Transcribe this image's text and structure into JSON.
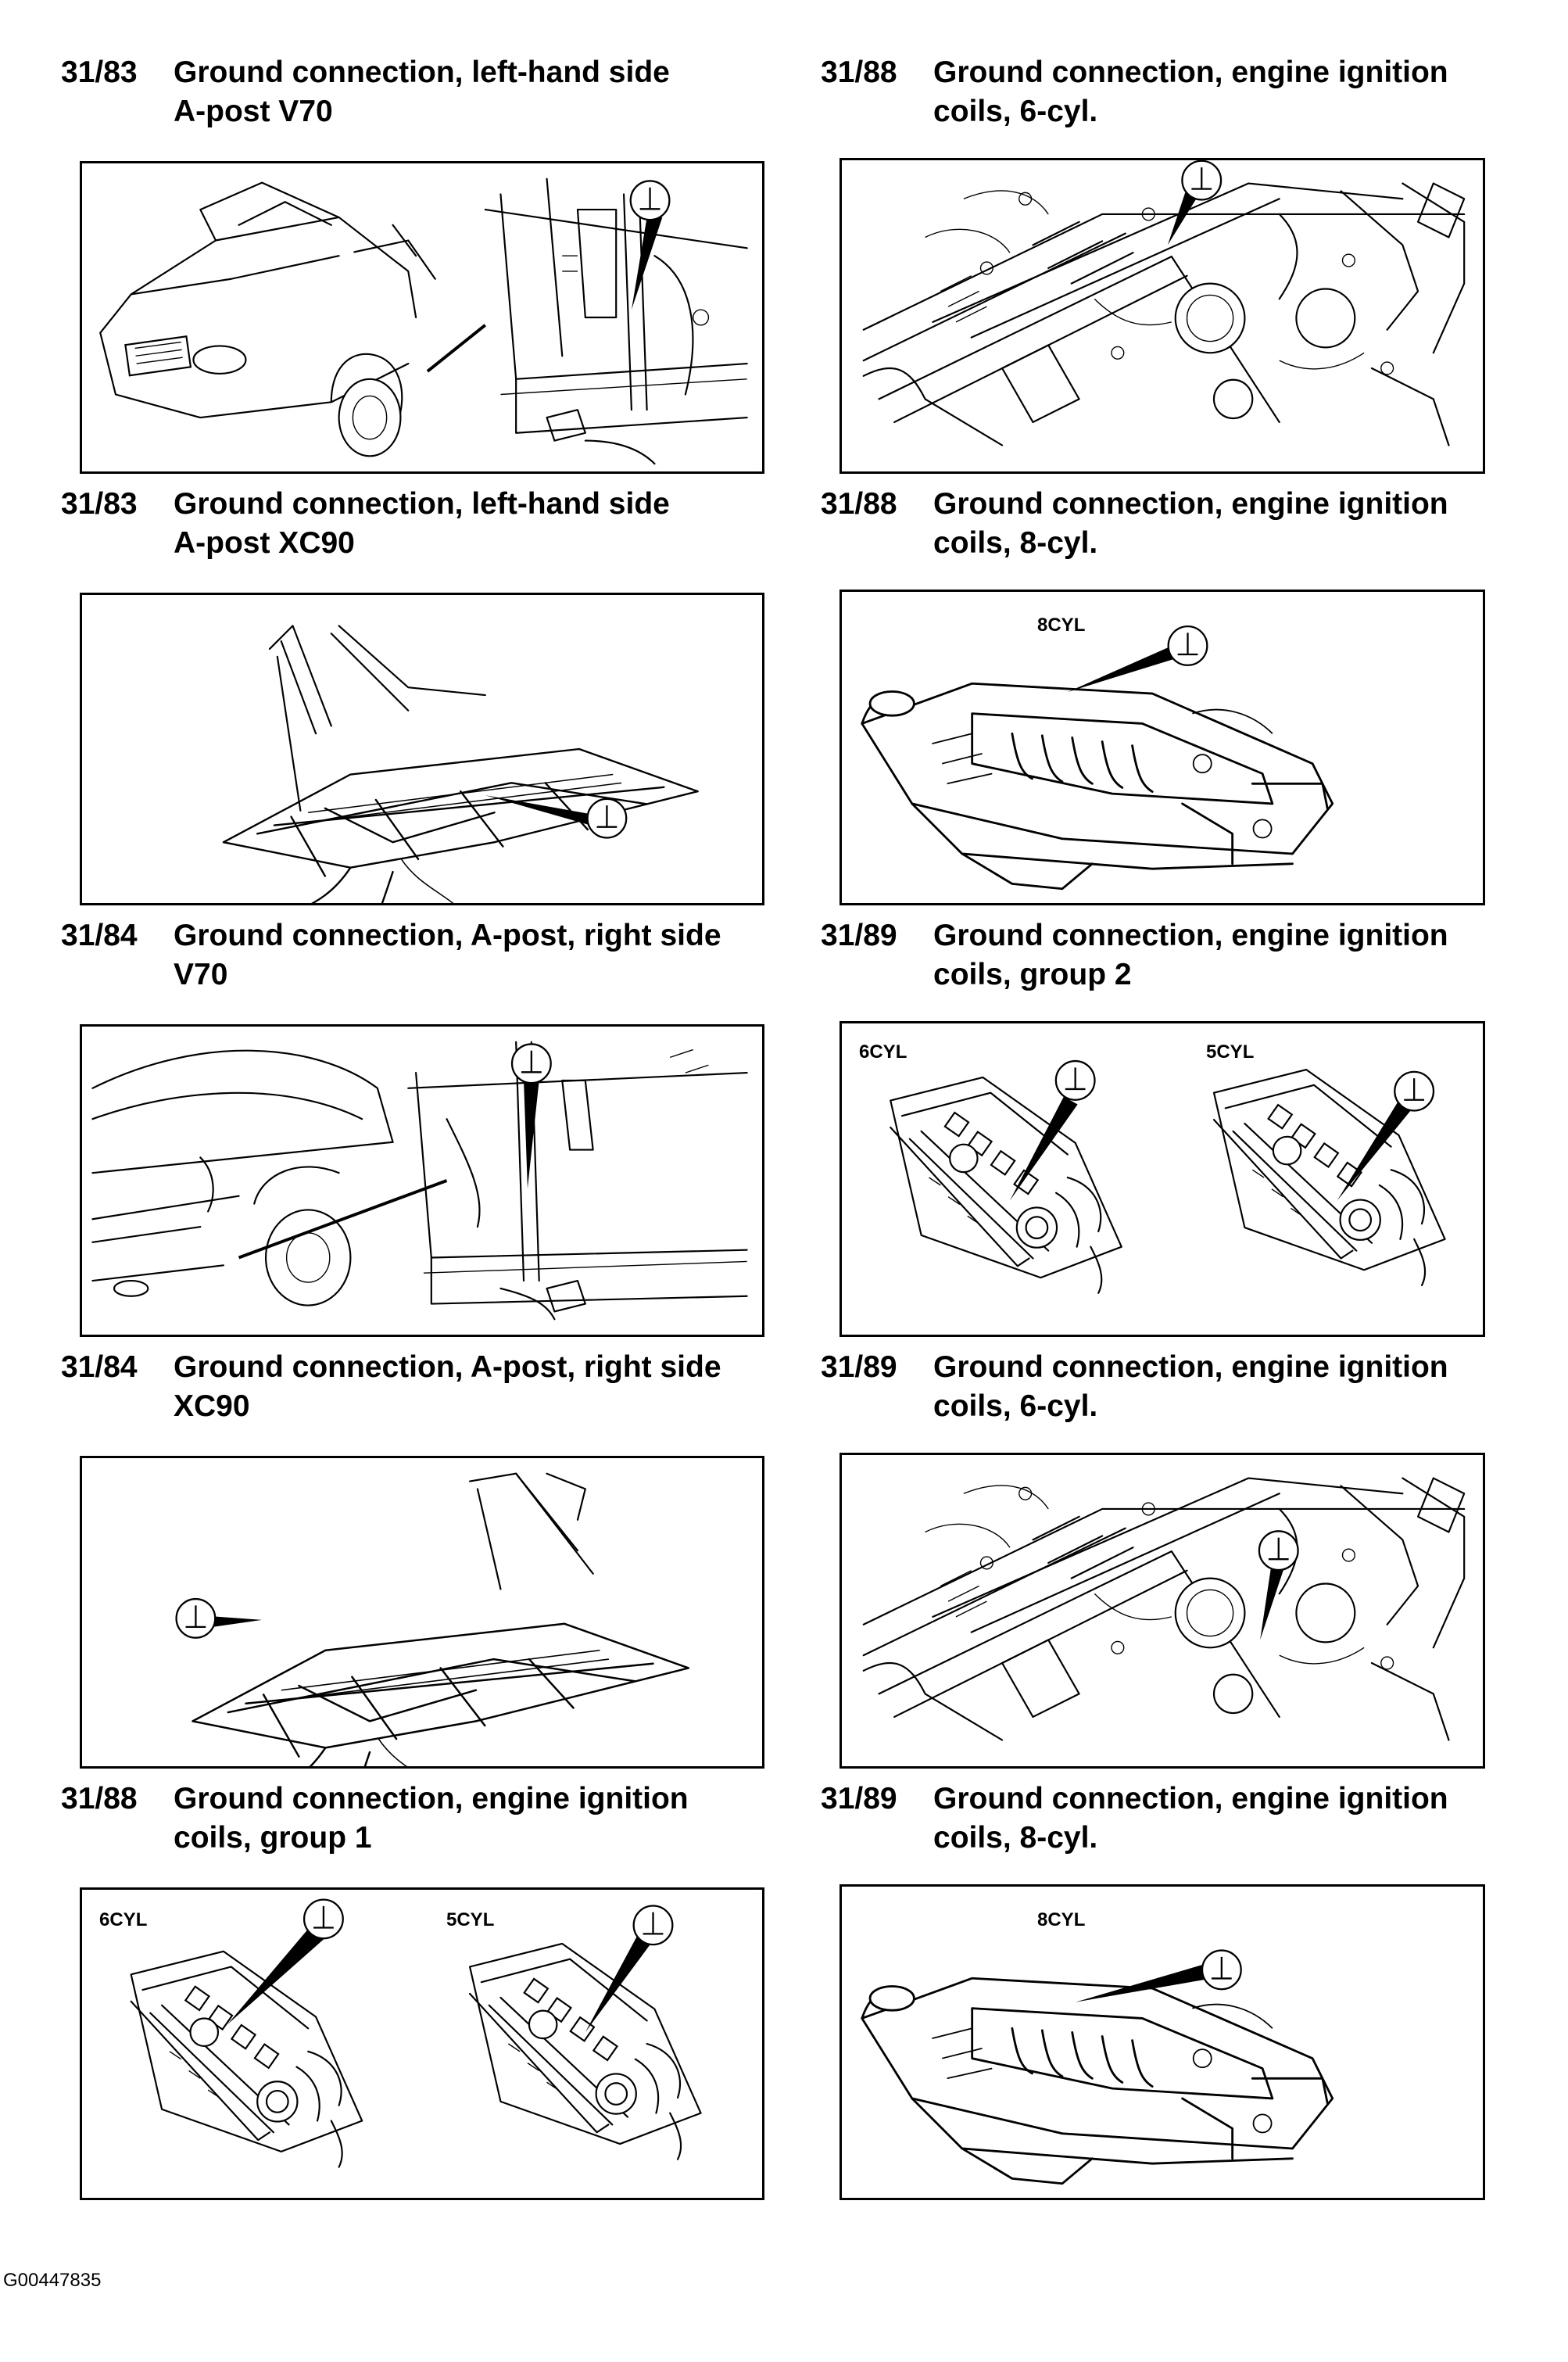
{
  "figure_id": "G00447835",
  "ground_symbol": "⊥",
  "left_column": [
    {
      "number": "31/83",
      "title_line1": "Ground connection, left-hand side",
      "title_line2": "A-post V70",
      "illustration": "car-front-apost-v70"
    },
    {
      "number": "31/83",
      "title_line1": "Ground connection, left-hand side",
      "title_line2": "A-post XC90",
      "illustration": "floor-frame-xc90-left"
    },
    {
      "number": "31/84",
      "title_line1": "Ground connection, A-post, right side",
      "title_line2": "V70",
      "illustration": "car-side-apost-v70"
    },
    {
      "number": "31/84",
      "title_line1": "Ground connection, A-post, right side",
      "title_line2": "XC90",
      "illustration": "floor-frame-xc90-right"
    },
    {
      "number": "31/88",
      "title_line1": "Ground connection, engine ignition",
      "title_line2": "coils, group 1",
      "illustration": "engines-6cyl-5cyl",
      "variant_labels": [
        "6CYL",
        "5CYL"
      ]
    }
  ],
  "right_column": [
    {
      "number": "31/88",
      "title_line1": "Ground connection, engine ignition",
      "title_line2": "coils, 6-cyl.",
      "illustration": "engine-6cyl"
    },
    {
      "number": "31/88",
      "title_line1": "Ground connection, engine ignition",
      "title_line2": "coils, 8-cyl.",
      "illustration": "engine-8cyl",
      "variant_labels": [
        "8CYL"
      ]
    },
    {
      "number": "31/89",
      "title_line1": "Ground connection, engine ignition",
      "title_line2": "coils, group 2",
      "illustration": "engines-6cyl-5cyl",
      "variant_labels": [
        "6CYL",
        "5CYL"
      ]
    },
    {
      "number": "31/89",
      "title_line1": "Ground connection, engine ignition",
      "title_line2": "coils, 6-cyl.",
      "illustration": "engine-6cyl"
    },
    {
      "number": "31/89",
      "title_line1": "Ground connection, engine ignition",
      "title_line2": "coils, 8-cyl.",
      "illustration": "engine-8cyl",
      "variant_labels": [
        "8CYL"
      ]
    }
  ]
}
